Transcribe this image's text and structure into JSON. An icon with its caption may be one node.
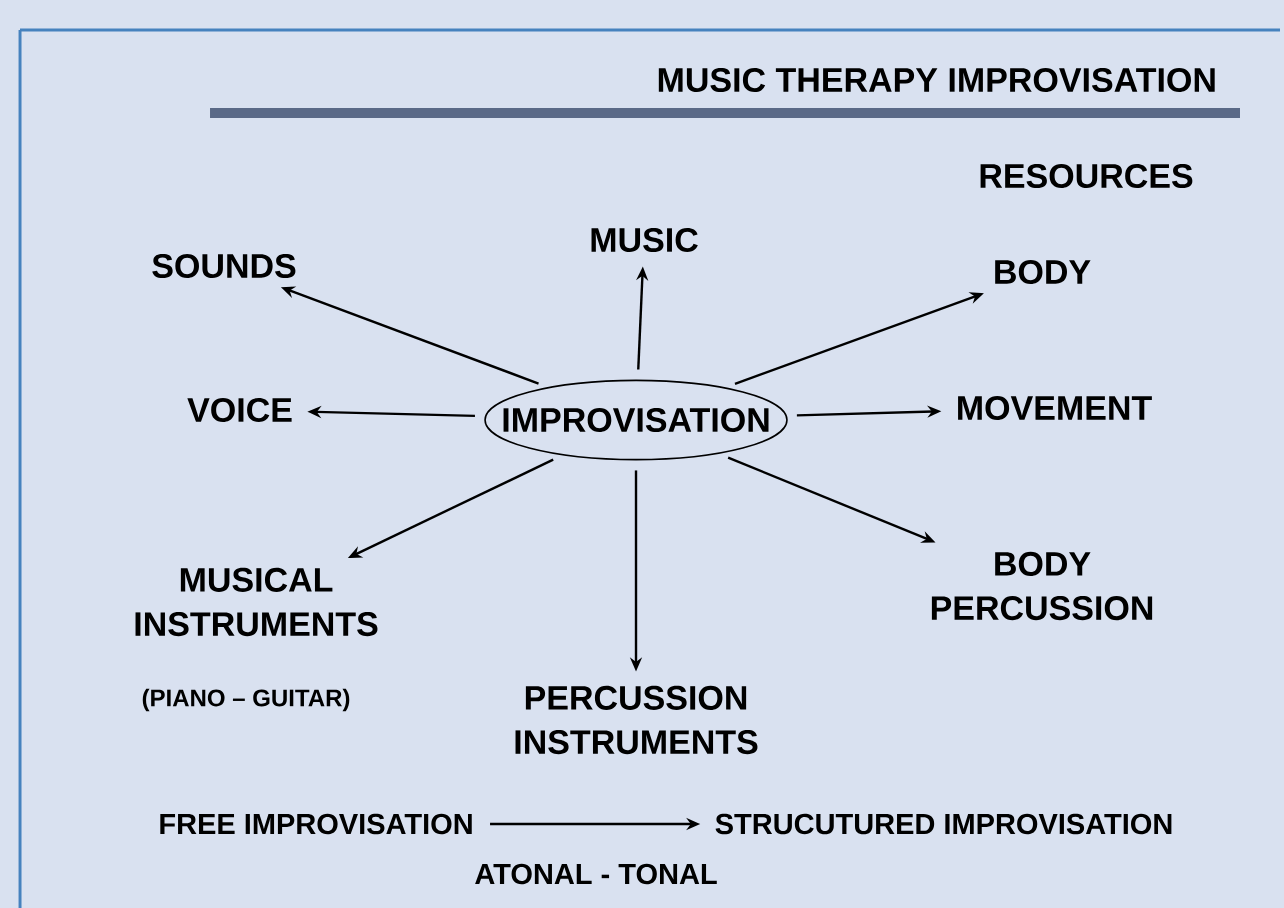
{
  "diagram": {
    "title": "MUSIC THERAPY IMPROVISATION",
    "nodes": [
      {
        "text": [
          "IMPROVISATION"
        ]
      },
      {
        "text": [
          "MUSIC"
        ]
      },
      {
        "text": [
          "SOUNDS"
        ]
      },
      {
        "text": [
          "BODY"
        ]
      },
      {
        "text": [
          "VOICE"
        ]
      },
      {
        "text": [
          "MOVEMENT"
        ]
      },
      {
        "text": [
          "MUSICAL INSTRUMENTS"
        ],
        "beside": [
          "(PIANO – GUITAR)"
        ]
      },
      {
        "text": [
          "BODY PERCUSSION"
        ]
      },
      {
        "text": [
          "PERCUSSION INSTRUMENTS"
        ]
      },
      {
        "text": [
          "FREE IMPROVISATION"
        ]
      },
      {
        "text": [
          "STRUCUTURED IMPROVISATION"
        ]
      }
    ],
    "edges": [
      {
        "from": 0,
        "to": 1,
        "arrow": "to"
      },
      {
        "from": 0,
        "to": 2,
        "arrow": "to"
      },
      {
        "from": 0,
        "to": 3,
        "arrow": "to"
      },
      {
        "from": 0,
        "to": 4,
        "arrow": "to"
      },
      {
        "from": 0,
        "to": 5,
        "arrow": "to"
      },
      {
        "from": 0,
        "to": 6,
        "arrow": "to"
      },
      {
        "from": 0,
        "to": 7,
        "arrow": "to"
      },
      {
        "from": 0,
        "to": 8,
        "arrow": "to"
      },
      {
        "from": 9,
        "to": 10,
        "arrow": "to"
      }
    ],
    "labels": [
      "RESOURCES",
      "ATONAL - TONAL"
    ]
  }
}
